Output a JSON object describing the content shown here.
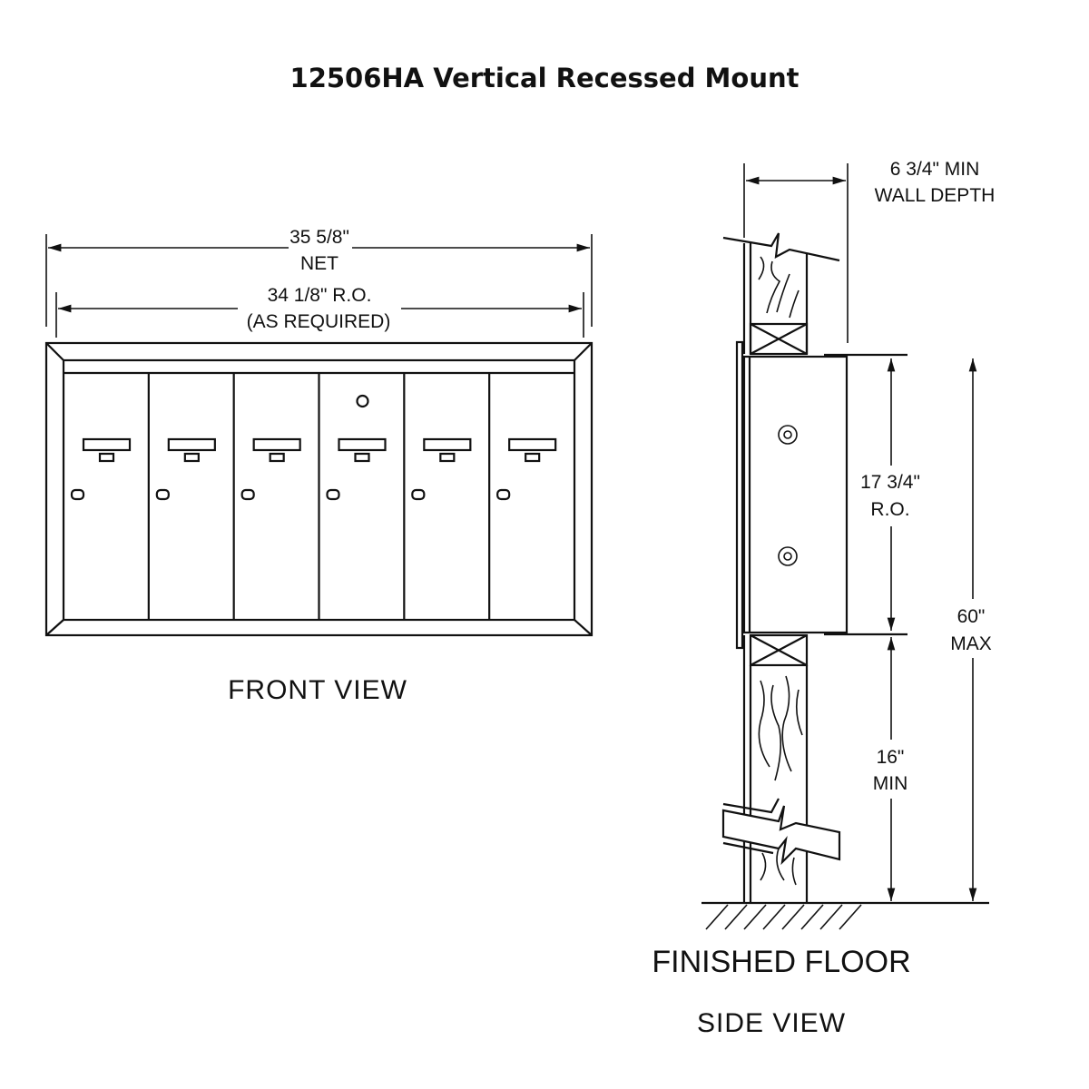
{
  "title": "12506HA Vertical Recessed Mount",
  "front_view": {
    "label": "FRONT VIEW",
    "door_count": 6,
    "net_width": [
      "35 5/8\"",
      "NET"
    ],
    "rough_opening": [
      "34 1/8\" R.O.",
      "(AS REQUIRED)"
    ]
  },
  "side_view": {
    "label": "SIDE VIEW",
    "wall_depth": [
      "6 3/4\" MIN",
      "WALL DEPTH"
    ],
    "ro_height": [
      "17 3/4\"",
      "R.O."
    ],
    "max_height": [
      "60\"",
      "MAX"
    ],
    "min_height": [
      "16\"",
      "MIN"
    ],
    "floor_label": "FINISHED FLOOR"
  },
  "colors": {
    "line": "#111111",
    "background": "#ffffff"
  }
}
